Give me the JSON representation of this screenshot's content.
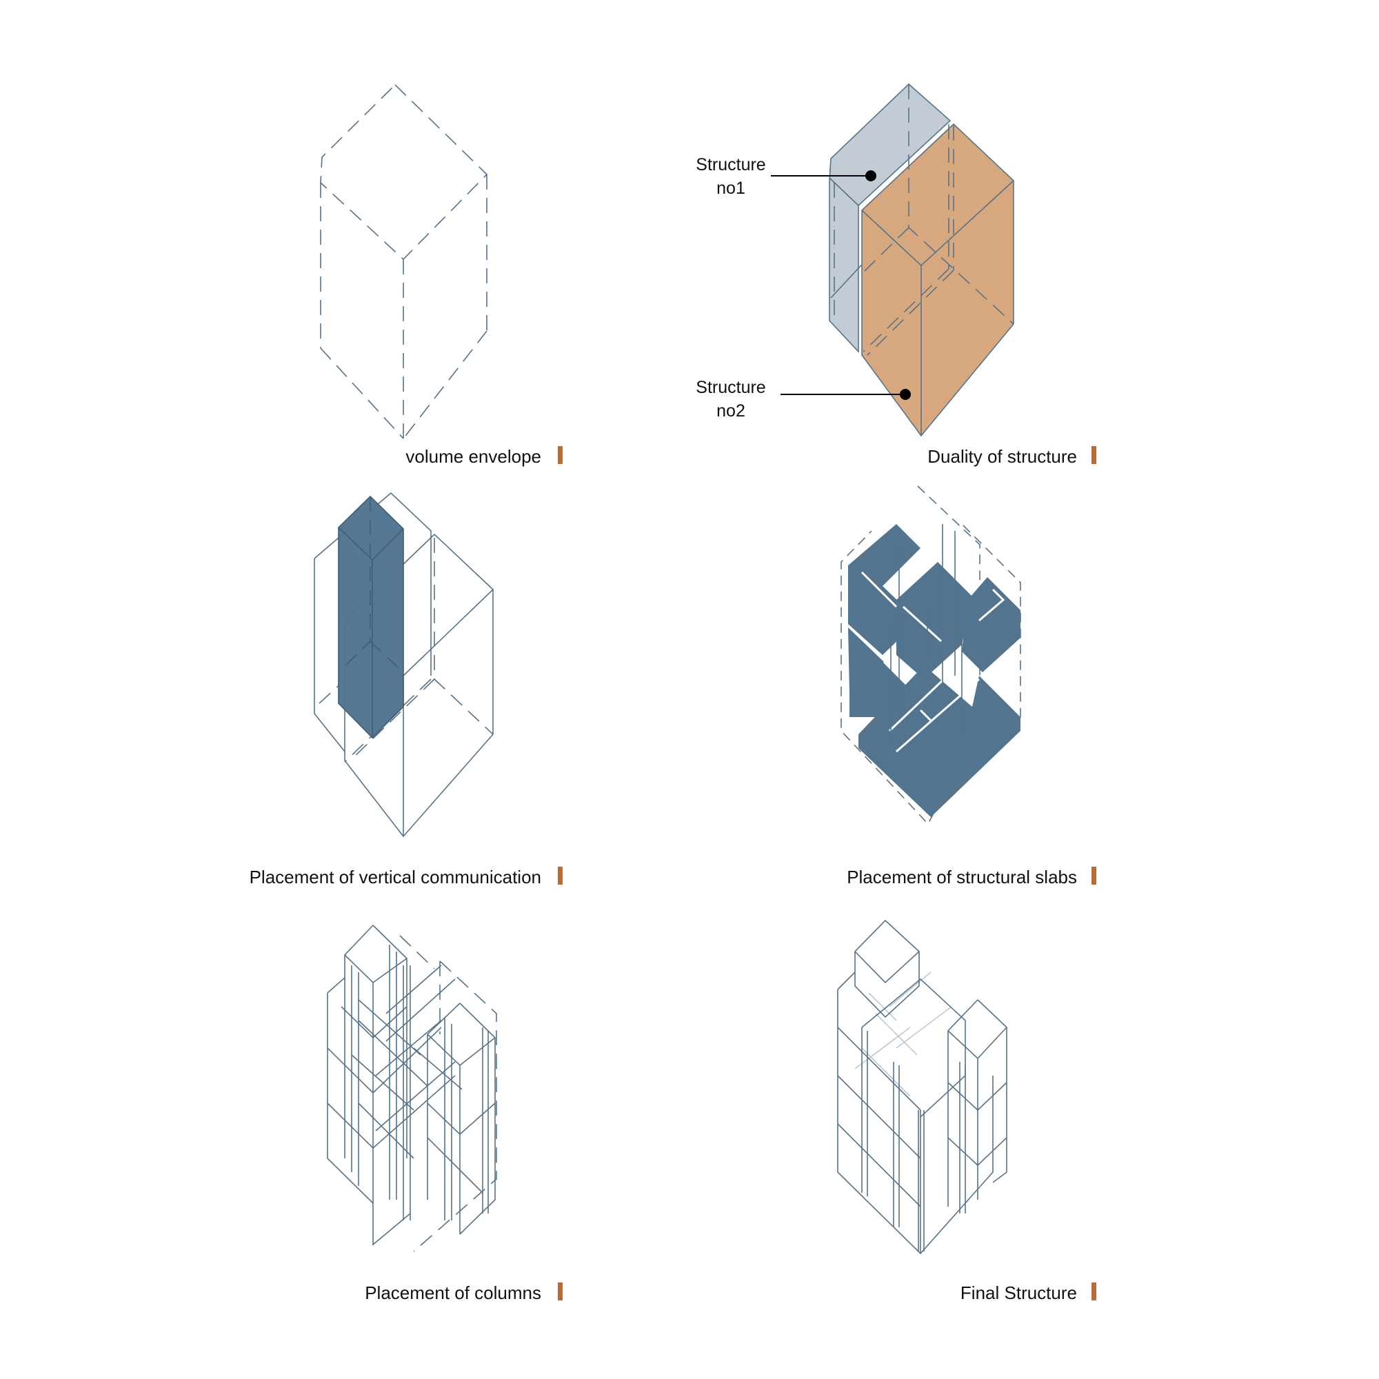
{
  "colors": {
    "line": "#56728a",
    "slab_fill": "#52748e",
    "structure_no1_fill": "#c3ccd5",
    "structure_no2_fill": "#d7a87e",
    "marker": "#c0692c",
    "text": "#111111"
  },
  "panels": [
    {
      "id": "volume-envelope",
      "caption": "volume envelope"
    },
    {
      "id": "duality",
      "caption": "Duality of structure",
      "callouts": [
        {
          "line1": "Structure",
          "line2": "no1"
        },
        {
          "line1": "Structure",
          "line2": "no2"
        }
      ]
    },
    {
      "id": "vertical-communication",
      "caption": "Placement of vertical communication"
    },
    {
      "id": "structural-slabs",
      "caption": "Placement of structural slabs"
    },
    {
      "id": "columns",
      "caption": "Placement of columns"
    },
    {
      "id": "final-structure",
      "caption": "Final Structure"
    }
  ]
}
